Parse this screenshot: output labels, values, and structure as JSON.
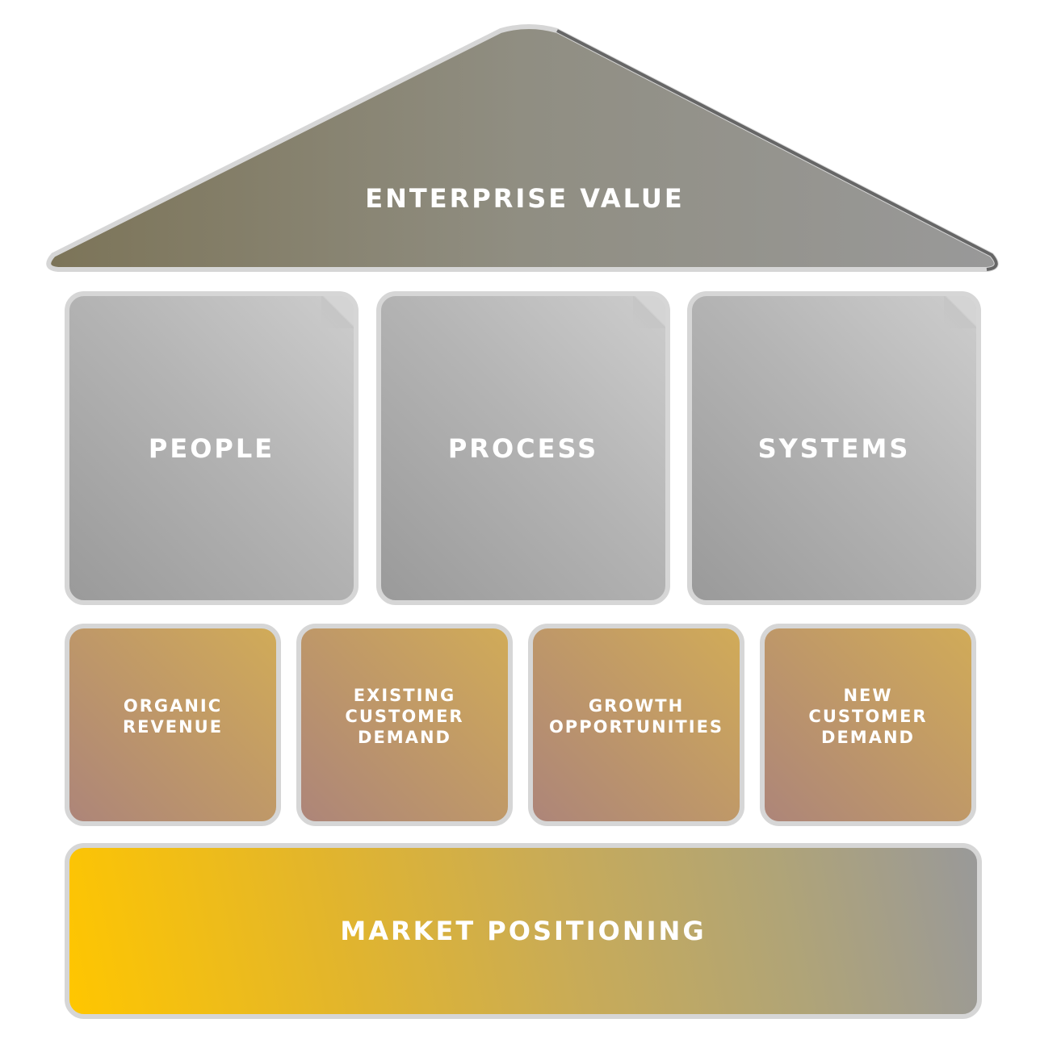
{
  "roof": {
    "label": "ENTERPRISE VALUE"
  },
  "pillars": [
    {
      "label": "PEOPLE"
    },
    {
      "label": "PROCESS"
    },
    {
      "label": "SYSTEMS"
    }
  ],
  "drivers": [
    {
      "label": "ORGANIC\nREVENUE"
    },
    {
      "label": "EXISTING\nCUSTOMER\nDEMAND"
    },
    {
      "label": "GROWTH\nOPPORTUNITIES"
    },
    {
      "label": "NEW\nCUSTOMER\nDEMAND"
    }
  ],
  "foundation": {
    "label": "MARKET POSITIONING"
  },
  "colors": {
    "roof_left": "#7c7458",
    "roof_right": "#999999",
    "pillar": "#b4b4b4",
    "driver": "#c0986a",
    "foundation_left": "#ffc600",
    "foundation_right": "#999999",
    "border": "#d6d6d6"
  }
}
